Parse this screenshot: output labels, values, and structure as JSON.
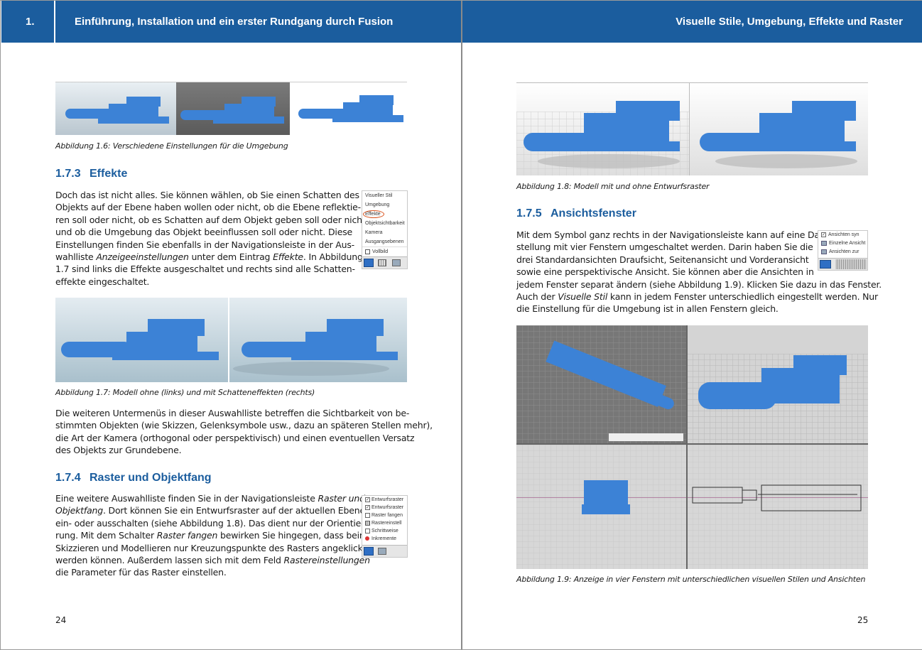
{
  "left_page": {
    "header": {
      "chapter_number": "1.",
      "chapter_title": "Einführung, Installation und ein erster Rundgang durch Fusion"
    },
    "fig_1_6_caption": "Abbildung 1.6: Verschiedene Einstellungen für die Umgebung",
    "section_1_7_3": {
      "number": "1.7.3",
      "title": "Effekte"
    },
    "para1_lines": [
      "Doch das ist nicht alles. Sie können wählen, ob Sie einen Schatten des",
      "Objekts auf der Ebene haben wollen oder nicht, ob die Ebene reflektie-",
      "ren soll oder nicht, ob es Schatten auf dem Objekt geben soll oder nicht",
      "und ob die Umgebung das Objekt beeinflussen soll oder nicht. Diese",
      "Einstellungen finden Sie ebenfalls in der Navigationsleiste in der Aus-"
    ],
    "para1_line6_a": "wahlliste ",
    "para1_line6_em1": "Anzeigeeinstellungen",
    "para1_line6_b": " unter dem Eintrag ",
    "para1_line6_em2": "Effekte",
    "para1_line6_c": ". In Abbildung",
    "para1_line7": "1.7 sind links die Effekte ausgeschaltet und rechts sind alle Schatten-",
    "para1_line8": "effekte eingeschaltet.",
    "menu_effekte": {
      "items": [
        "Visueller Stil",
        "Umgebung",
        "Effekte",
        "Objektsichtbarkeit",
        "Kamera",
        "Ausgangsebenen",
        "Vollbild"
      ]
    },
    "fig_1_7_caption": "Abbildung 1.7: Modell ohne (links) und mit Schatteneffekten (rechts)",
    "para2_lines": [
      "Die weiteren Untermenüs in dieser Auswahlliste betreffen die Sichtbarkeit von be-",
      "stimmten Objekten (wie Skizzen, Gelenksymbole usw., dazu an späteren Stellen mehr),",
      "die Art der Kamera (orthogonal oder perspektivisch) und einen eventuellen Versatz",
      "des Objekts zur Grundebene."
    ],
    "section_1_7_4": {
      "number": "1.7.4",
      "title": "Raster und Objektfang"
    },
    "para3_line1_a": "Eine weitere Auswahlliste finden Sie in der Navigationsleiste ",
    "para3_line1_em": "Raster und",
    "para3_line2_em": "Objektfang",
    "para3_line2_b": ". Dort können Sie ein Entwurfsraster auf der aktuellen Ebene",
    "para3_line3": "ein- oder ausschalten (siehe Abbildung 1.8). Das dient nur der Orientie-",
    "para3_line4_a": "rung. Mit dem Schalter ",
    "para3_line4_em": "Raster fangen",
    "para3_line4_b": " bewirken Sie hingegen, dass beim",
    "para3_line5": "Skizzieren und Modellieren nur Kreuzungspunkte des Rasters angeklickt",
    "para3_line6_a": "werden können. Außerdem lassen sich mit dem Feld ",
    "para3_line6_em": "Rastereinstellungen",
    "para3_line7": "die Parameter für das Raster einstellen.",
    "menu_raster": {
      "items": [
        "Entwurfsraster",
        "Entwurfsraster",
        "Raster fangen",
        "Rastereinstell",
        "Schrittweise",
        "Inkremente"
      ]
    },
    "page_number": "24"
  },
  "right_page": {
    "header": {
      "title": "Visuelle Stile, Umgebung, Effekte und Raster"
    },
    "fig_1_8_caption": "Abbildung 1.8: Modell mit und ohne Entwurfsraster",
    "section_1_7_5": {
      "number": "1.7.5",
      "title": "Ansichtsfenster"
    },
    "para_lines": [
      "Mit dem Symbol ganz rechts in der Navigationsleiste kann auf eine Dar-",
      "stellung mit vier Fenstern umgeschaltet werden. Darin haben Sie die",
      "drei Standardansichten Draufsicht, Seitenansicht und Vorderansicht",
      "sowie eine perspektivische Ansicht. Sie können aber die Ansichten in",
      "jedem Fenster separat ändern (siehe Abbildung 1.9). Klicken Sie dazu in das Fenster."
    ],
    "para_line6_a": "Auch der ",
    "para_line6_em": "Visuelle Stil",
    "para_line6_b": " kann in jedem Fenster unterschiedlich eingestellt werden. Nur",
    "para_line7": "die Einstellung für die Umgebung ist in allen Fenstern gleich.",
    "menu_ansicht": {
      "items": [
        "Ansichten syn",
        "Einzelne Ansicht",
        "Ansichten zur"
      ]
    },
    "fig_1_9_caption": "Abbildung 1.9: Anzeige in vier Fenstern mit unterschiedlichen visuellen Stilen und Ansichten",
    "page_number": "25"
  },
  "colors": {
    "header_blue": "#1b5d9e",
    "model_blue": "#3c82d6",
    "heading_blue": "#1b5d9e"
  }
}
